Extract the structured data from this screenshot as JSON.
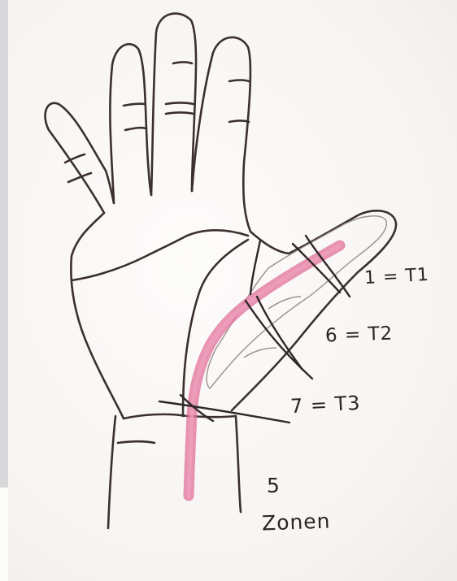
{
  "labels": {
    "zone_1": "1 = T1",
    "zone_6": "6 = T2",
    "zone_7": "7 = T3",
    "zone_5": "5",
    "zonen": "Zonen"
  },
  "colors": {
    "ink": "#3a302e",
    "tendon": "#e0709a",
    "tendon_light": "#ef9fbd",
    "paper": "#fbfbfa",
    "side_panel": "#d9d9dc"
  }
}
